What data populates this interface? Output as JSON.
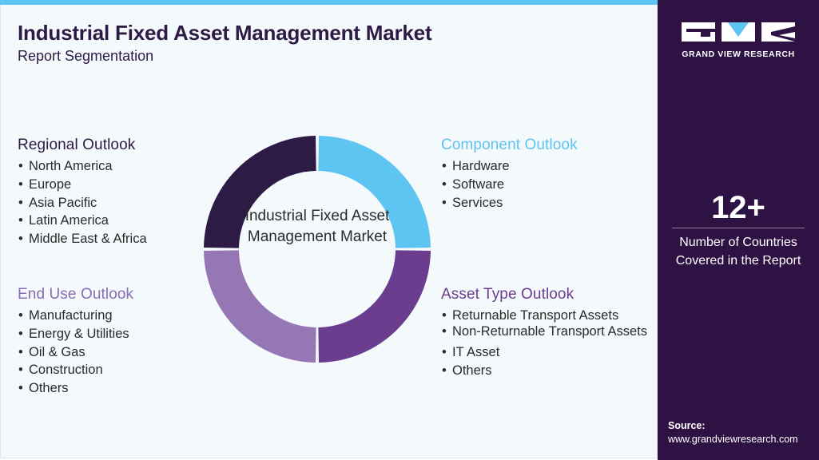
{
  "header": {
    "title": "Industrial Fixed Asset Management Market",
    "subtitle": "Report Segmentation"
  },
  "donut": {
    "center_label": "Industrial Fixed Asset Management Market",
    "segments": [
      {
        "name": "Component Outlook",
        "color": "#5ec4f2",
        "value": 25
      },
      {
        "name": "Asset Type Outlook",
        "color": "#6a3d8f",
        "value": 25
      },
      {
        "name": "End Use Outlook",
        "color": "#9677b6",
        "value": 25
      },
      {
        "name": "Regional Outlook",
        "color": "#2d1a45",
        "value": 25
      }
    ]
  },
  "segments": {
    "regional": {
      "heading": "Regional Outlook",
      "items": [
        "North America",
        "Europe",
        "Asia Pacific",
        "Latin America",
        "Middle East & Africa"
      ]
    },
    "end_use": {
      "heading": "End Use Outlook",
      "items": [
        "Manufacturing",
        "Energy & Utilities",
        "Oil & Gas",
        "Construction",
        "Others"
      ]
    },
    "component": {
      "heading": "Component Outlook",
      "items": [
        "Hardware",
        "Software",
        "Services"
      ]
    },
    "asset_type": {
      "heading": "Asset Type Outlook",
      "items": [
        "Returnable Transport Assets",
        "Non-Returnable Transport Assets",
        "IT Asset",
        "Others"
      ]
    }
  },
  "sidebar": {
    "brand": "GRAND VIEW RESEARCH",
    "logo_icon": "gvr-logo-icon",
    "stat_value": "12+",
    "stat_label_1": "Number of Countries",
    "stat_label_2": "Covered in the Report",
    "source_label": "Source:",
    "source_url": "www.grandviewresearch.com"
  }
}
